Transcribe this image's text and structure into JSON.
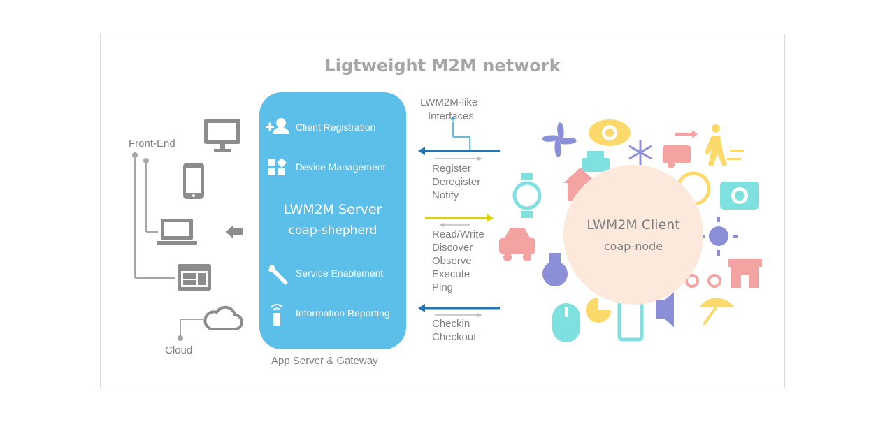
{
  "title": "Ligtweight M2M network",
  "frontend": {
    "label": "Front-End",
    "cloud_label": "Cloud"
  },
  "server": {
    "items": [
      {
        "label": "Client Registration"
      },
      {
        "label": "Device Management"
      },
      {
        "label": "Service Enablement"
      },
      {
        "label": "Information Reporting"
      }
    ],
    "title": "LWM2M Server",
    "subtitle": "coap-shepherd",
    "caption": "App Server & Gateway"
  },
  "interfaces": {
    "heading_line1": "LWM2M-like",
    "heading_line2": "Interfaces",
    "group1": [
      "Register",
      "Deregister",
      "Notify"
    ],
    "group2": [
      "Read/Write",
      "Discover",
      "Observe",
      "Execute",
      "Ping"
    ],
    "group3": [
      "Checkin",
      "Checkout"
    ]
  },
  "client": {
    "title": "LWM2M Client",
    "subtitle": "coap-node"
  },
  "colors": {
    "server_blue": "#5bbfea",
    "arrow_blue": "#1f77b4",
    "arrow_yellow": "#e0d000",
    "gray_icon": "#8c8c8c",
    "client_fill": "#fde9db"
  }
}
